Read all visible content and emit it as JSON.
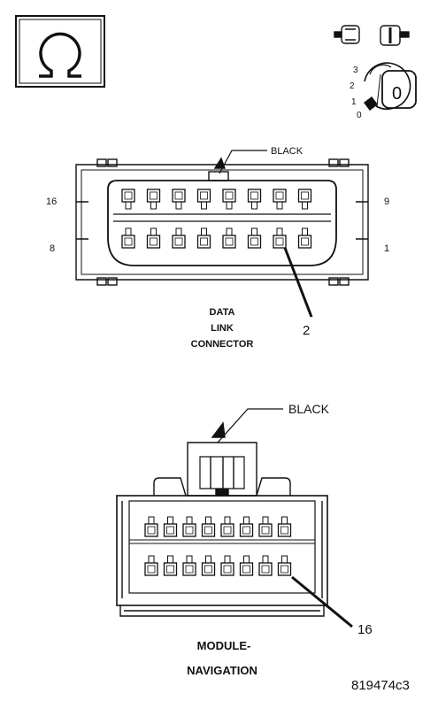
{
  "colors": {
    "ink": "#111111",
    "paper": "#ffffff"
  },
  "icons": {
    "ohm_box": "ohm-symbol-icon",
    "fuse": "fuse-removed-icon",
    "ignition": "ignition-key-icon"
  },
  "ignition": {
    "positions": [
      "3",
      "2",
      "1",
      "0"
    ],
    "key_label": "0"
  },
  "dlc": {
    "wire_color": "BLACK",
    "pin_top_left": "16",
    "pin_top_right": "9",
    "pin_bottom_left": "8",
    "pin_bottom_right": "1",
    "callout_pin": "2",
    "title_lines": [
      "DATA",
      "LINK",
      "CONNECTOR"
    ]
  },
  "nav": {
    "wire_color": "BLACK",
    "callout_pin": "16",
    "title_lines": [
      "MODULE-",
      "NAVIGATION"
    ]
  },
  "figure_id": "819474c3"
}
